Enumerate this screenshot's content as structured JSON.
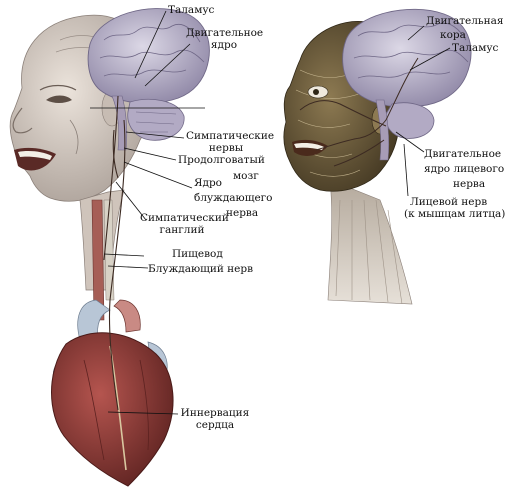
{
  "left_figure": {
    "labels": {
      "thalamus": "Таламус",
      "motor_nucleus_1": "Двигательное",
      "motor_nucleus_2": "ядро",
      "sympathetic_nerves_1": "Симпатические",
      "sympathetic_nerves_2": "нервы",
      "medulla_1": "Продолговатый",
      "medulla_2": "мозг",
      "vagus_nucleus_1": "Ядро",
      "vagus_nucleus_2": "блуждающего",
      "vagus_nucleus_3": "нерва",
      "sympathetic_ganglion_1": "Симпатический",
      "sympathetic_ganglion_2": "ганглий",
      "esophagus": "Пищевод",
      "vagus_nerve": "Блуждающий нерв",
      "heart_innervation_1": "Иннервация",
      "heart_innervation_2": "сердца"
    }
  },
  "right_figure": {
    "labels": {
      "motor_cortex_1": "Двигательная",
      "motor_cortex_2": "кора",
      "thalamus": "Таламус",
      "facial_nucleus_1": "Двигательное",
      "facial_nucleus_2": "ядро лицевого",
      "facial_nucleus_3": "нерва",
      "facial_nerve_1": "Лицевой нерв",
      "facial_nerve_2": "(к мышцам литца)"
    }
  },
  "colors": {
    "skin": "#d9cfc6",
    "skin_shadow": "#a99e96",
    "brain": "#c9c4d6",
    "brain_dark": "#8f87a6",
    "muscle": "#6b5a3a",
    "heart": "#8e3b3a",
    "vessel": "#b8c6d6",
    "nerve": "#3c2a22"
  }
}
